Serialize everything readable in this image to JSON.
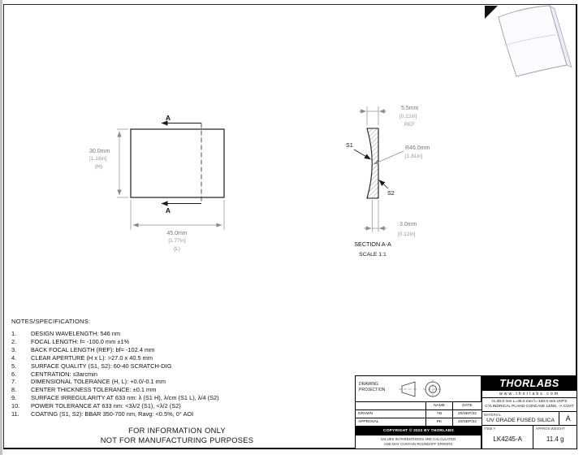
{
  "colors": {
    "line": "#1a1a1a",
    "dim": "#8a8a8a",
    "logo_bg": "#000000"
  },
  "front_view": {
    "section_label": "A",
    "height": {
      "mm": "30.0mm",
      "in": "[1.18in]",
      "axis": "(H)"
    },
    "length": {
      "mm": "45.0mm",
      "in": "[1.77in]",
      "axis": "(L)"
    }
  },
  "section_view": {
    "title": "SECTION A-A",
    "scale": "SCALE 1:1",
    "edge_thickness": {
      "mm": "5.5mm",
      "in": "[0.22in]",
      "ref": "REF"
    },
    "radius": {
      "mm": "R46.0mm",
      "in": "[1.81in]"
    },
    "center_thickness": {
      "mm": "3.0mm",
      "in": "[0.12in]"
    },
    "surface1": "S1",
    "surface2": "S2"
  },
  "notes": {
    "title": "NOTES/SPECIFICATIONS:",
    "items": [
      {
        "num": "1.",
        "text": "DESIGN WAVELENGTH: 546 nm"
      },
      {
        "num": "2.",
        "text": "FOCAL LENGTH: f= -100.0 mm ±1%"
      },
      {
        "num": "3.",
        "text": "BACK FOCAL LENGTH (REF): bf= -102.4 mm"
      },
      {
        "num": "4.",
        "text": "CLEAR APERTURE (H x L): >27.0 x 40.5 mm"
      },
      {
        "num": "5.",
        "text": "SURFACE QUALITY (S1, S2): 60-40 SCRATCH-DIG"
      },
      {
        "num": "6.",
        "text": "CENTRATION: ≤3arcmin"
      },
      {
        "num": "7.",
        "text": "DIMENSIONAL TOLERANCE (H, L): +0.0/-0.1 mm"
      },
      {
        "num": "8.",
        "text": "CENTER THICKNESS TOLERANCE: ±0.1 mm"
      },
      {
        "num": "9.",
        "text": "SURFACE IRREGULARITY AT 633 nm: λ (S1 H), λ/cm (S1 L), λ/4 (S2)"
      },
      {
        "num": "10.",
        "text": "POWER TOLERANCE AT 633 nm: <3λ/2 (S1), <λ/2 (S2)"
      },
      {
        "num": "11.",
        "text": "COATING (S1, S2): BBAR 350-700 nm, Ravg: <0.5%, 0° AOI"
      }
    ]
  },
  "watermark": {
    "line1": "FOR INFORMATION ONLY",
    "line2": "NOT FOR MANUFACTURING PURPOSES"
  },
  "title_block": {
    "projection_label_line1": "DRAWING",
    "projection_label_line2": "PROJECTION",
    "name_header": "NAME",
    "date_header": "DATE",
    "rows": [
      {
        "label": "DRAWN",
        "name": "YB",
        "date": "20/SEP/22"
      },
      {
        "label": "APPROVAL",
        "name": "PK",
        "date": "20/SEP/22"
      }
    ],
    "copyright": "COPYRIGHT © 2022 BY THORLABS",
    "disclaimer_line1": "VALUES IN PARENTHESIS ARE CALCULATED",
    "disclaimer_line2": "AND MAY CONTAIN ROUNDOFF ERRORS",
    "logo": "THORLABS",
    "website": "www.thorlabs.com",
    "description_line1": "H=30.0 mm L=45.0 mm f=-100.0 mm UVFS",
    "description_line2": "CYLINDRICAL PLANO-CONCAVE LENS, -A COAT",
    "material_label": "MATERIAL",
    "material_value": "UV GRADE FUSED SILICA",
    "revision": "A",
    "item_label": "ITEM #",
    "item_number": "LK4245-A",
    "weight_label": "APPROX WEIGHT",
    "weight_value": "11.4 g"
  }
}
